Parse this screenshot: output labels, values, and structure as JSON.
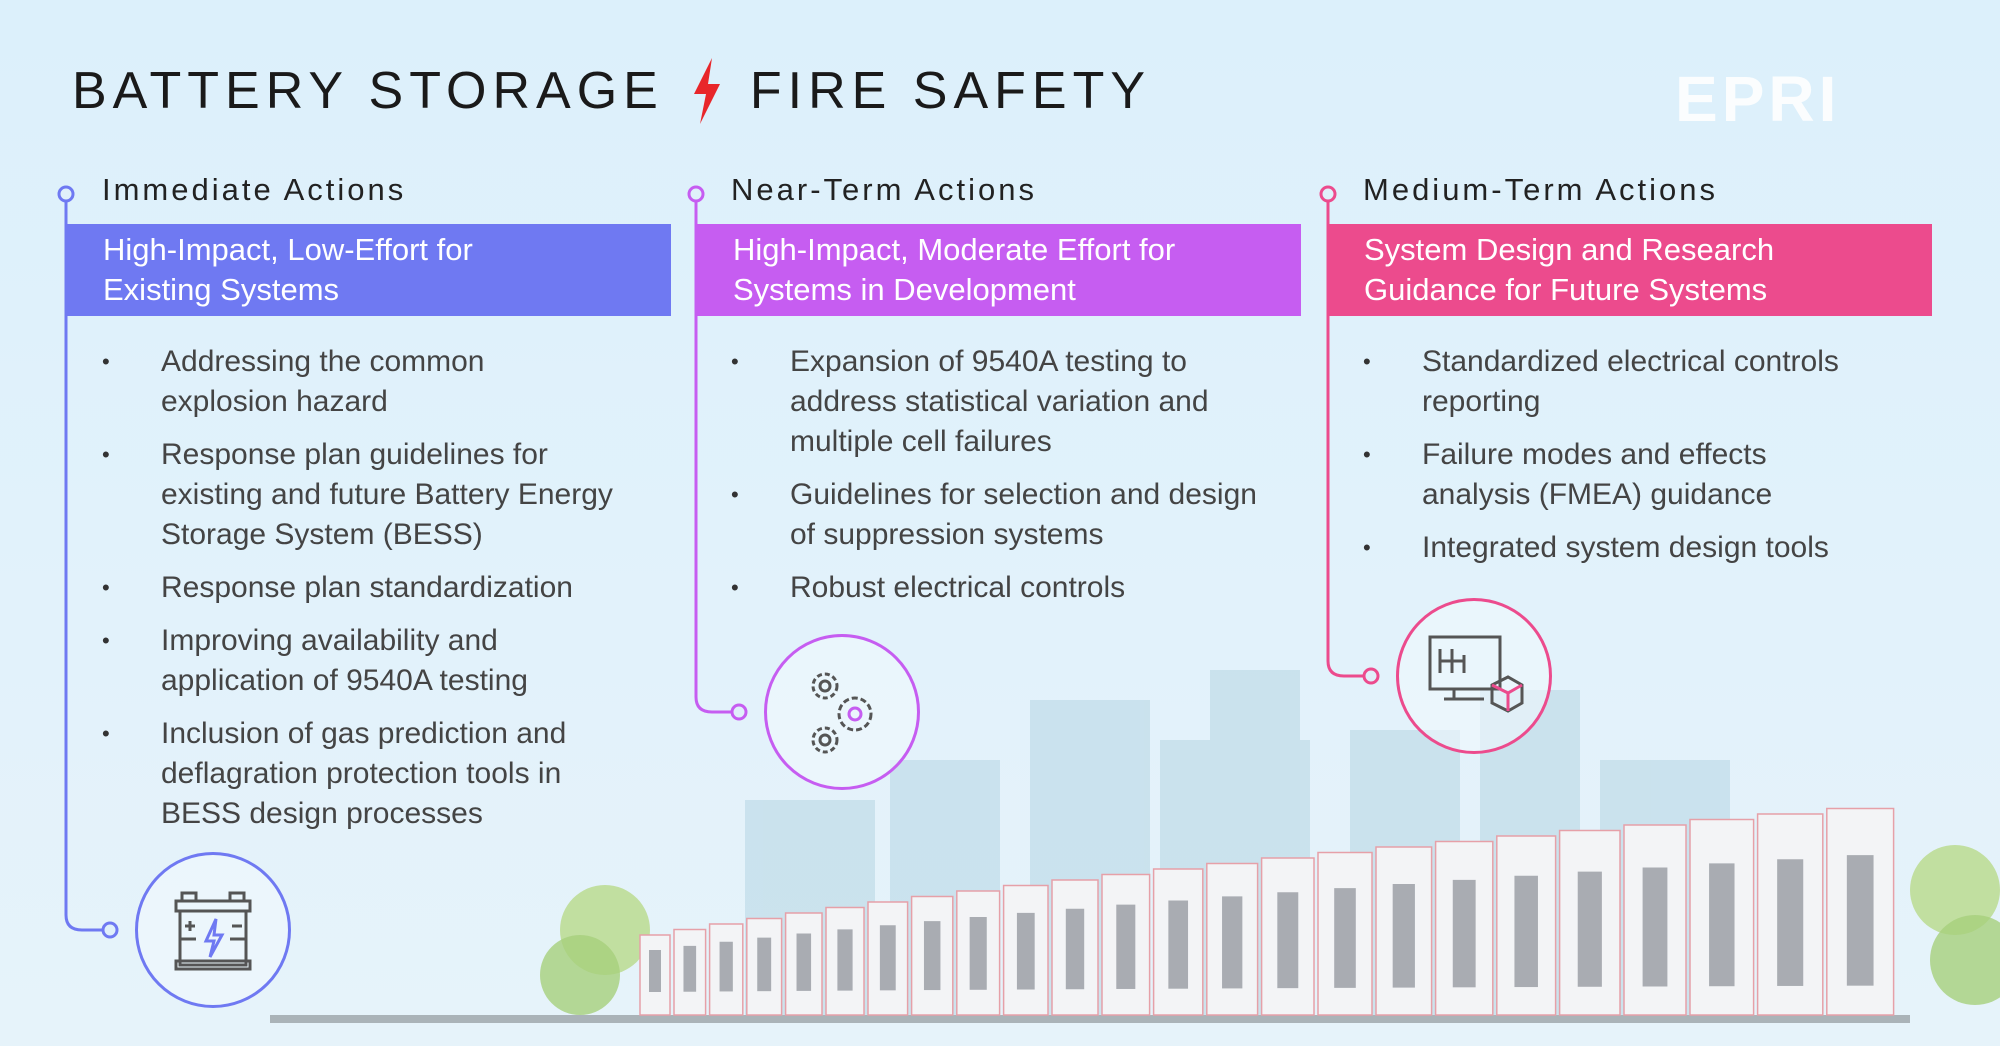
{
  "title": {
    "left": "BATTERY STORAGE",
    "right": "FIRE SAFETY",
    "bolt_icon": "lightning-bolt-icon",
    "bolt_color": "#e8262a"
  },
  "logo": "EPRI",
  "columns": [
    {
      "heading": "Immediate Actions",
      "bar": [
        "High-Impact, Low-Effort for",
        "Existing Systems"
      ],
      "color": "#6f79f2",
      "icon": "battery-icon",
      "bullets": [
        "Addressing the common explosion hazard",
        "Response plan guidelines for existing and future Battery Energy Storage System (BESS)",
        "Response plan standardization",
        "Improving availability and application of 9540A testing",
        "Inclusion of gas prediction and deflagration protection tools in BESS design processes"
      ]
    },
    {
      "heading": "Near-Term Actions",
      "bar": [
        "High-Impact, Moderate Effort for",
        "Systems in Development"
      ],
      "color": "#c65df1",
      "icon": "gears-icon",
      "bullets": [
        "Expansion of 9540A testing to address statistical variation and multiple cell failures",
        "Guidelines for selection and design of suppression systems",
        "Robust electrical controls"
      ]
    },
    {
      "heading": "Medium-Term Actions",
      "bar": [
        "System Design and Research",
        "Guidance for Future Systems"
      ],
      "color": "#ec4b8d",
      "icon": "system-design-icon",
      "bullets": [
        "Standardized electrical controls reporting",
        "Failure modes and effects analysis (FMEA) guidance",
        "Integrated system design tools"
      ]
    }
  ]
}
